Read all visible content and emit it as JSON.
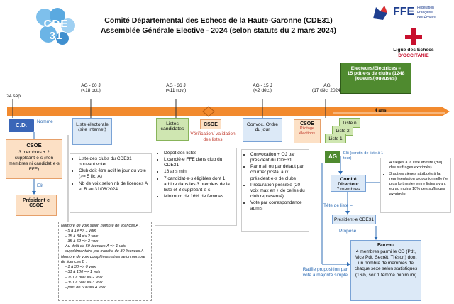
{
  "header": {
    "logo_text": "CDE 31",
    "title_line1": "Comité Départemental des Echecs de la Haute-Garonne (CDE31)",
    "title_line2": "Assemblée Générale Elective - 2024 (selon statuts du 2 mars 2024)",
    "ffe_abbr": "FFE",
    "ffe_line1": "Fédération",
    "ffe_line2": "Française",
    "ffe_line3": "des Échecs",
    "ligue_line1": "Ligue des Échecs",
    "ligue_line2": "D'OCCITANIE"
  },
  "timeline": {
    "labels": [
      {
        "id": "t1",
        "text": "24 sep."
      },
      {
        "id": "t2",
        "text": "AG - 60 J\n(<18 oct.)"
      },
      {
        "id": "t3",
        "text": "AG - 36 J\n(<11 nov.)"
      },
      {
        "id": "t4",
        "text": "AG - 15 J\n(<2 déc.)"
      },
      {
        "id": "t5",
        "text": "AG\n(17 déc. 2024)"
      }
    ],
    "electeurs": "Electeurs/Electrices =\n15 pdt-e-s de clubs (1248 joueurs/joueuses)",
    "duration": "4 ans"
  },
  "cd": {
    "label": "C.D.",
    "nomme": "Nomme"
  },
  "csoe_left": {
    "title": "CSOE",
    "body": "3 membres + 2 suppléant·e·s (non membres ni candidat·e·s FFE)",
    "elit": "Elit"
  },
  "president_csoe": "Président·e CSOE",
  "liste_electorale": {
    "title": "Liste électorale (site internet)"
  },
  "liste_items": [
    "Liste des clubs du CDE31 pouvant voter",
    "Club doit être actif le jour du vote (>= 5 lic. A)",
    "Nb de voix selon nb de licences A et B au 31/08/2024"
  ],
  "voix_details": {
    "intro_a": "Nombre de voix selon nombre de licences A :",
    "a_rows": [
      "- 5 à 14  => 1 voix",
      "- 15 à 34 => 2 voix",
      "- 35 à 59 => 3 voix",
      "Au-delà de 59 licences A => 1 voix supplémentaire par tranche de 30 licences A"
    ],
    "intro_b": "Nombre de voix complémentaires selon nombre de licences B :",
    "b_rows": [
      "- 1 à 30        => 0 voix",
      "- 31 à 100     => 1 voix",
      "- 101 à 300   => 2 voix",
      "- 301 à 600   => 3 voix",
      "- plus de 600 => 4 voix"
    ]
  },
  "listes_candidates": {
    "title": "Listes candidates"
  },
  "listes_items": [
    "Dépôt des listes",
    "Licencié·e FFE dans club du CDE31",
    "16 ans mini",
    "7 candidat·e·s éligibles dont 1 arbitre dans les 3 premiers de la liste et 3 suppléant·e·s",
    "Minimum de 16% de femmes"
  ],
  "csoe_mid": {
    "title": "CSOE",
    "sub": "Vérification/ validation des listes"
  },
  "convoc": {
    "title": "Convoc. Ordre du jour"
  },
  "convoc_items": [
    "Convocation + OJ par président du CDE31",
    "Par mail ou par défaut par courrier postal aux président·e·s de clubs",
    "Procuration possible (20 voix max en + de celles du club représenté)",
    "Vote par correspondance admis"
  ],
  "csoe_right": {
    "title": "CSOE",
    "sub": "Pilotage élections"
  },
  "listes_stack": [
    "Liste n",
    "Liste 2",
    "Liste 1"
  ],
  "ag": {
    "label": "AG",
    "elit": "Elit (scrutin de liste à 1 tour)"
  },
  "comite": {
    "title": "Comité Directeur",
    "members": "7 membres"
  },
  "sieges_items": [
    "4 sièges à la liste en tête (maj. des suffrages exprimés)",
    "3 autres sièges attribués à la représentation proportionnelle (le plus fort reste) entre listes ayant eu au moins 10% des suffrages exprimés."
  ],
  "tete_liste": "Tête de liste =",
  "president_cde": "Président·e CDE31",
  "propose": "Propose",
  "bureau": {
    "title": "Bureau",
    "body": "4 membres parmi le CD (Pdt, Vice Pdt, Secrét. Trésor.) dont un nombre de membres de chaque sexe selon statistiques (16%, soit 1 femme minimum)"
  },
  "ratifie": "Ratifie proposition par vote à majorité simple",
  "colors": {
    "orange": "#f28a2e",
    "blue": "#2f6db5",
    "lightblue": "#dce9f7",
    "green": "#cfe6b1",
    "darkgreen": "#4f8a2f",
    "peach": "#fce0c5"
  }
}
